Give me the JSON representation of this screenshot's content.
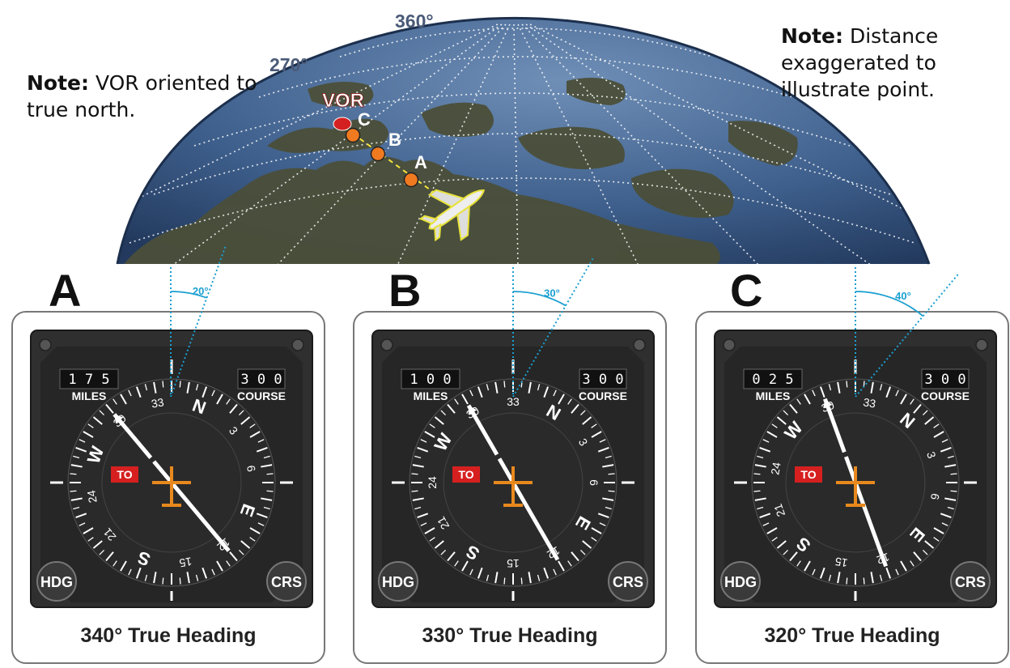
{
  "globe": {
    "degree_labels": [
      "270°",
      "360°"
    ],
    "vor_label": "VOR",
    "points": [
      "C",
      "B",
      "A"
    ]
  },
  "notes": {
    "left": {
      "bold": "Note:",
      "text": "VOR oriented to true north."
    },
    "right": {
      "bold": "Note:",
      "text": "Distance exaggerated to illustrate point."
    }
  },
  "panels": [
    {
      "letter": "A",
      "angle_label": "20°",
      "distance": "1 7 5",
      "distance_unit": "MILES",
      "course": "3 0 0",
      "course_unit": "COURSE",
      "to_flag": "TO",
      "hdg_label": "HDG",
      "crs_label": "CRS",
      "caption": "340° True Heading",
      "heading": 340,
      "course_value": 300,
      "needle_offset": 0
    },
    {
      "letter": "B",
      "angle_label": "30°",
      "distance": "1 0 0",
      "distance_unit": "MILES",
      "course": "3 0 0",
      "course_unit": "COURSE",
      "to_flag": "TO",
      "hdg_label": "HDG",
      "crs_label": "CRS",
      "caption": "330° True Heading",
      "heading": 330,
      "course_value": 300,
      "needle_offset": 0
    },
    {
      "letter": "C",
      "angle_label": "40°",
      "distance": "0 2 5",
      "distance_unit": "MILES",
      "course": "3 0 0",
      "course_unit": "COURSE",
      "to_flag": "TO",
      "hdg_label": "HDG",
      "crs_label": "CRS",
      "caption": "320° True Heading",
      "heading": 320,
      "course_value": 300,
      "needle_offset": 0
    }
  ],
  "colors": {
    "ocean": "#3b5a86",
    "land": "#4a4f3a",
    "grid": "#ffffff",
    "point": "#f07a20",
    "vor": "#d42020",
    "bezel": "#2c2c2c",
    "face": "#2b2b2b",
    "aircraft_symbol": "#e8891e",
    "to_flag": "#d62020",
    "leader": "#1a9fd0"
  }
}
